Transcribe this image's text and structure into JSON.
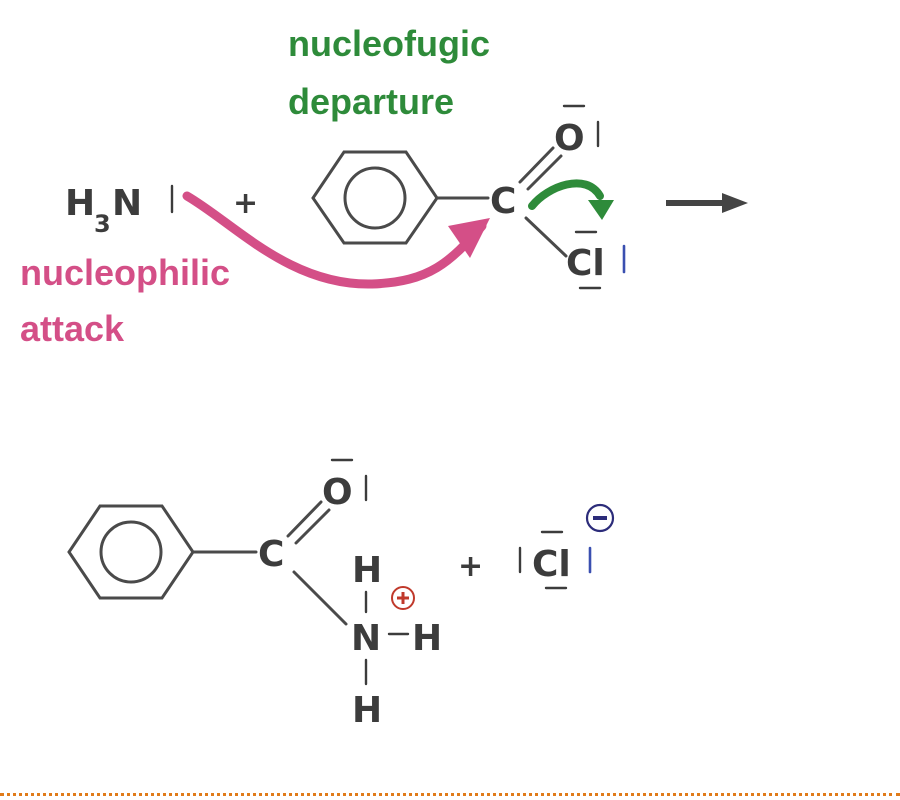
{
  "annotations": {
    "departure_line1": "nucleofugic",
    "departure_line2": "departure",
    "attack_line1": "nucleophilic",
    "attack_line2": "attack"
  },
  "reactants": {
    "ammonia_h": "H",
    "ammonia_sub": "3",
    "ammonia_n": "N",
    "plus": "+",
    "carbon": "C",
    "oxygen": "O",
    "chlorine": "Cl"
  },
  "products": {
    "carbon": "C",
    "oxygen": "O",
    "nitrogen": "N",
    "h_top": "H",
    "h_right": "H",
    "h_bottom": "H",
    "plus": "+",
    "chloride": "Cl"
  },
  "colors": {
    "departure": "#2e8b3a",
    "attack": "#d44f87",
    "positive_charge": "#c0392b",
    "negative_charge": "#2c2c7a",
    "lone_pair_blue": "#3a4fb0",
    "footer_rule": "#e07b1a"
  }
}
